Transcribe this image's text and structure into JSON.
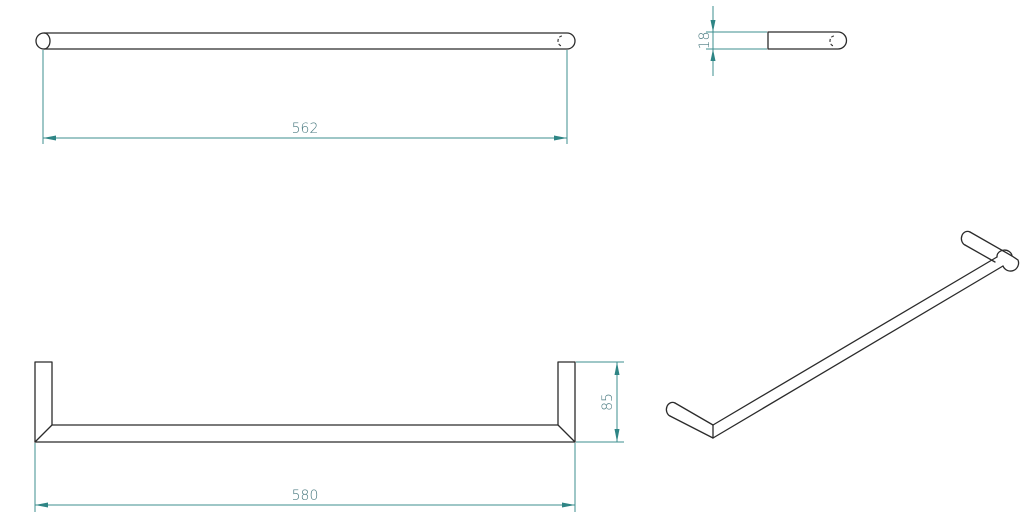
{
  "drawing": {
    "type": "technical drawing - towel bar",
    "colors": {
      "part_line": "#2b2b2b",
      "dimension_line": "#3d8f8f",
      "dimension_text": "#4a7a80",
      "background": "#ffffff"
    },
    "views": {
      "top_view": {
        "dimension": {
          "value": "562",
          "orientation": "horizontal"
        }
      },
      "side_view": {
        "dimension": {
          "value": "18",
          "orientation": "vertical"
        }
      },
      "front_view": {
        "width_dimension": {
          "value": "580",
          "orientation": "horizontal"
        },
        "height_dimension": {
          "value": "85",
          "orientation": "vertical"
        }
      },
      "isometric_view": {
        "label": ""
      }
    }
  }
}
